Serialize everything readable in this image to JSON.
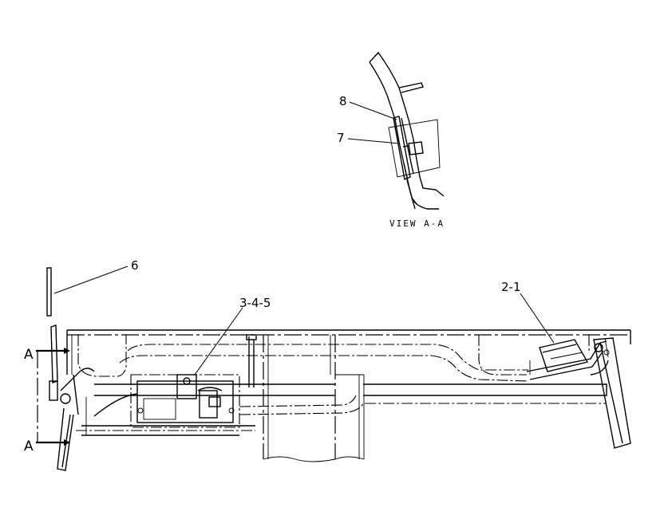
{
  "callouts": {
    "item_8": "8",
    "item_7": "7",
    "item_6": "6",
    "item_345": "3-4-5",
    "item_21": "2-1"
  },
  "view_label": "VIEW A-A",
  "section_marks": {
    "top": "A",
    "bottom": "A"
  }
}
